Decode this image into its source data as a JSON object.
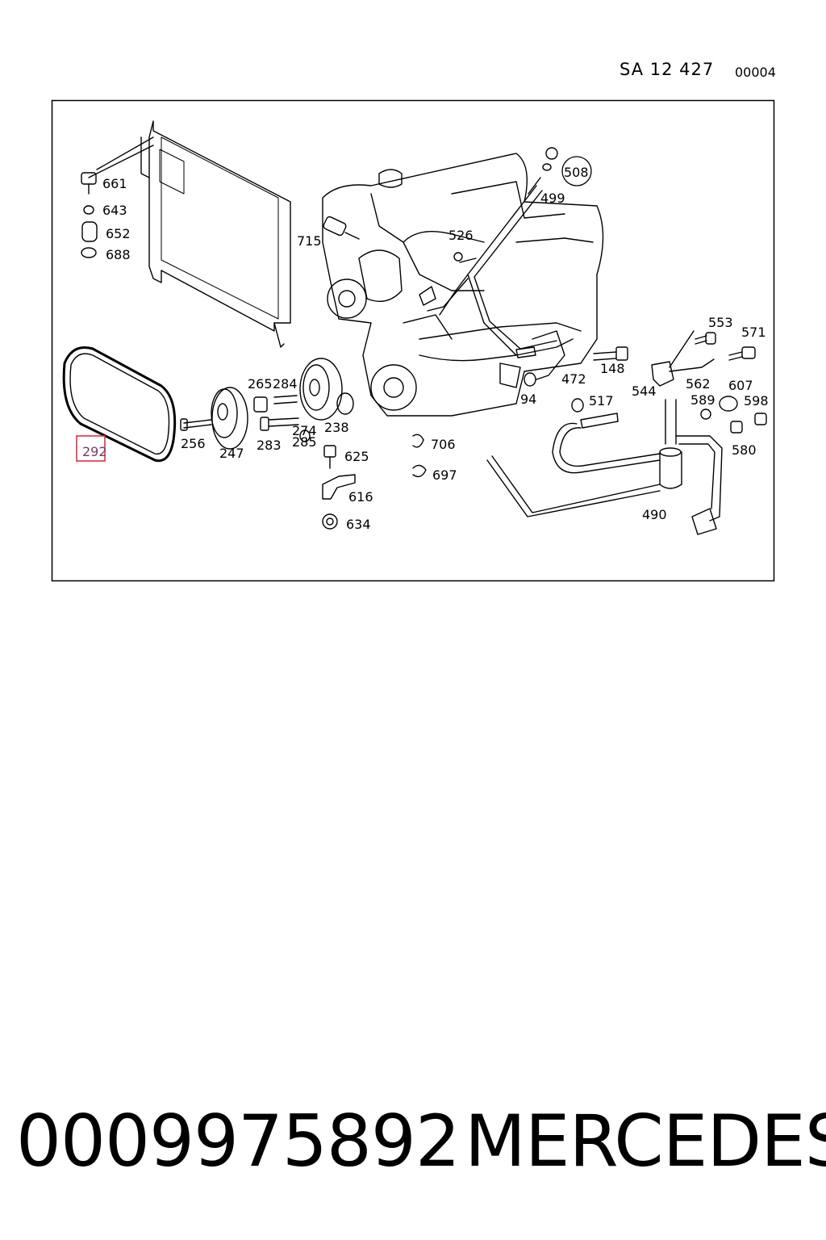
{
  "header": {
    "code": "SA 12 427",
    "sheet": "00004"
  },
  "diagram": {
    "highlighted_part": "292",
    "callouts": {
      "c661": "661",
      "c643": "643",
      "c652": "652",
      "c688": "688",
      "c715": "715",
      "c526": "526",
      "c508": "508",
      "c499": "499",
      "c553": "553",
      "c571": "571",
      "c148": "148",
      "c472": "472",
      "c94": "94",
      "c544": "544",
      "c562": "562",
      "c607": "607",
      "c589": "589",
      "c598": "598",
      "c517": "517",
      "c580": "580",
      "c490": "490",
      "c265": "265",
      "c284": "284",
      "c256": "256",
      "c247": "247",
      "c283": "283",
      "c274": "274",
      "c285": "285",
      "c238": "238",
      "c706": "706",
      "c697": "697",
      "c625": "625",
      "c616": "616",
      "c634": "634",
      "c292": "292"
    }
  },
  "footer": {
    "part_number": "0009975892",
    "brand": "MERCEDES"
  },
  "colors": {
    "highlight_box": "#e0303a",
    "highlight_text": "#7a3a6a",
    "line": "#000000"
  }
}
